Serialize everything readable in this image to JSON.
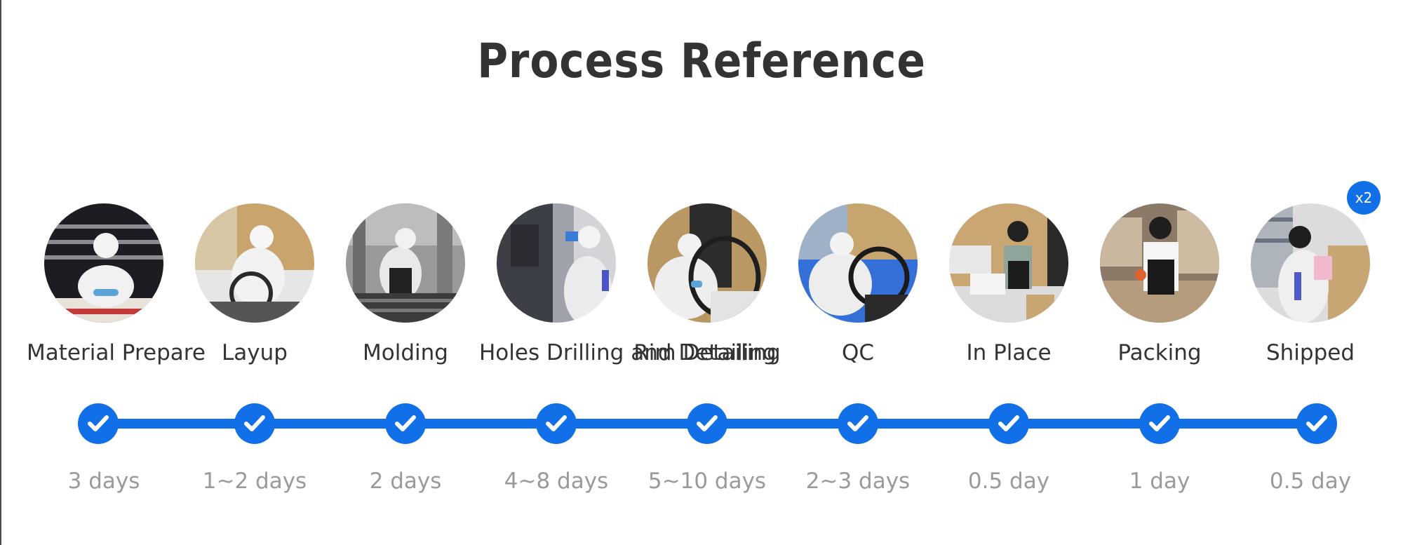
{
  "title": "Process Reference",
  "badge": "x2",
  "accent_color": "#1170e8",
  "steps": [
    {
      "label": "Material Prepare",
      "duration": "3 days",
      "image": "worker-inspecting-material-photo"
    },
    {
      "label": "Layup",
      "duration": "1~2 days",
      "image": "worker-layup-photo"
    },
    {
      "label": "Molding",
      "duration": "2 days",
      "image": "worker-molding-photo"
    },
    {
      "label": "Holes Drilling and Detailing",
      "duration": "4~8 days",
      "image": "worker-drilling-photo"
    },
    {
      "label": "Rim Detailing",
      "duration": "5~10 days",
      "image": "worker-rim-detailing-photo"
    },
    {
      "label": "QC",
      "duration": "2~3 days",
      "image": "worker-qc-photo"
    },
    {
      "label": "In Place",
      "duration": "0.5 day",
      "image": "worker-in-place-photo"
    },
    {
      "label": "Packing",
      "duration": "1 day",
      "image": "worker-packing-photo"
    },
    {
      "label": "Shipped",
      "duration": "0.5 day",
      "image": "worker-shipping-photo"
    }
  ]
}
